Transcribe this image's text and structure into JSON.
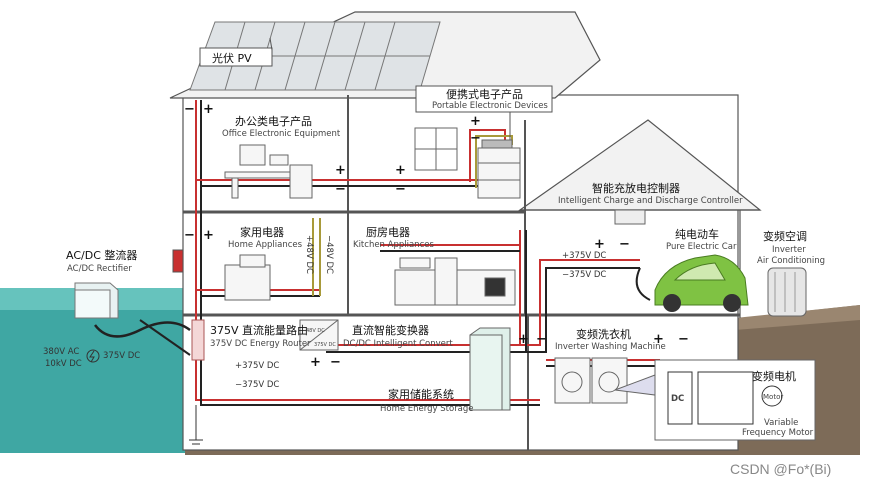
{
  "labels": {
    "pv": "光伏 PV",
    "office_cn": "办公类电子产品",
    "office_en": "Office Electronic Equipment",
    "portable_cn": "便携式电子产品",
    "portable_en": "Portable Electronic Devices",
    "charge_ctrl_cn": "智能充放电控制器",
    "charge_ctrl_en": "Intelligent Charge and Discharge Controller",
    "home_app_cn": "家用电器",
    "home_app_en": "Home Appliances",
    "kitchen_cn": "厨房电器",
    "kitchen_en": "Kitchen Appliances",
    "ev_cn": "纯电动车",
    "ev_en": "Pure Electric Car",
    "ac_cn": "变频空调",
    "ac_en1": "Inverter",
    "ac_en2": "Air Conditioning",
    "rectifier_cn": "AC/DC 整流器",
    "rectifier_en": "AC/DC Rectifier",
    "router_cn": "375V 直流能量路由",
    "router_en": "375V DC Energy Router",
    "converter_cn": "直流智能变换器",
    "converter_en": "DC/DC Intelligent Convert",
    "washer_cn": "变频洗衣机",
    "washer_en": "Inverter Washing Machine",
    "storage_cn": "家用储能系统",
    "storage_en": "Home Energy Storage",
    "motor_cn": "变频电机",
    "motor_en1": "Variable",
    "motor_en2": "Frequency Motor",
    "motor_tag": "Motor",
    "dc_tag": "DC",
    "grid_ac1": "380V AC",
    "grid_ac2": "10kV DC",
    "grid_dc": "375V DC",
    "plus375_a": "+375V DC",
    "minus375_a": "−375V DC",
    "plus375_b": "+375V DC",
    "minus375_b": "−375V DC",
    "v48_plus": "+48V DC",
    "v48_minus": "−48V DC",
    "router_box_1": "48V DC",
    "router_box_2": "375V DC",
    "watermark": "CSDN @Fo*(Bi)"
  },
  "signs": {
    "plus": "+",
    "minus": "−"
  },
  "colors": {
    "ground": "#7d6b58",
    "water": "#3fa7a3",
    "wall": "#ffffff",
    "outline": "#555555",
    "wire_red": "#c83030",
    "wire_black": "#222222",
    "wire_olive": "#a89a3a",
    "car": "#7fc243",
    "roof": "#f2f2f2"
  }
}
